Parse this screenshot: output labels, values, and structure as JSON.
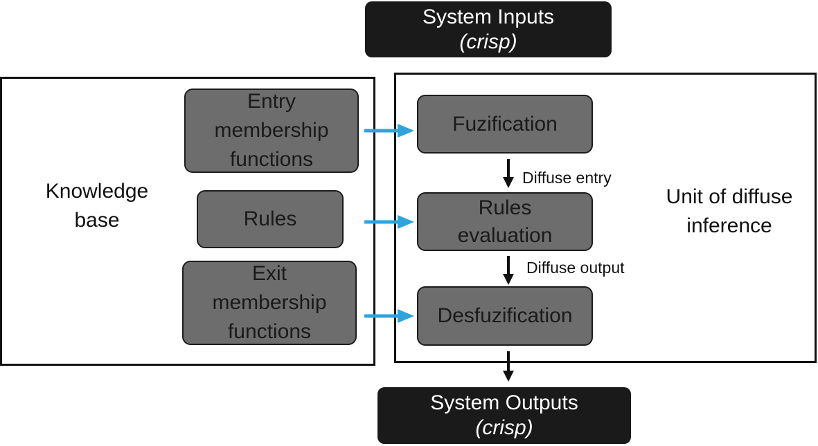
{
  "system_inputs": {
    "title": "System Inputs",
    "subtitle": "(crisp)"
  },
  "system_outputs": {
    "title": "System Outputs",
    "subtitle": "(crisp)"
  },
  "knowledge_base": {
    "label_line1": "Knowledge",
    "label_line2": "base",
    "items": [
      {
        "line1": "Entry",
        "line2": "membership",
        "line3": "functions"
      },
      {
        "line1": "Rules"
      },
      {
        "line1": "Exit",
        "line2": "membership",
        "line3": "functions"
      }
    ]
  },
  "inference_unit": {
    "label_line1": "Unit of diffuse",
    "label_line2": "inference",
    "steps": [
      {
        "line1": "Fuzification"
      },
      {
        "line1": "Rules",
        "line2": "evaluation"
      },
      {
        "line1": "Desfuzification"
      }
    ],
    "transitions": [
      "Diffuse entry",
      "Diffuse output"
    ]
  },
  "colors": {
    "accent_arrow": "#2ea3dc",
    "block_fill": "#6d6d6d",
    "dark_box": "#1a1a1a"
  }
}
